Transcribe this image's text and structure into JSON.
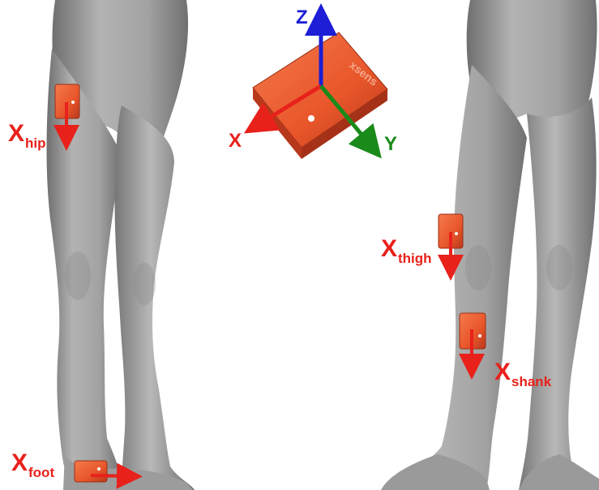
{
  "colors": {
    "axis_x": "#e8211b",
    "axis_y": "#1a8a1a",
    "axis_z": "#1d1ed6",
    "sensor": "#e8562a",
    "sensor_dark": "#b8381b",
    "skin": "#a8a8a8",
    "skin_dark": "#7c7c7c",
    "label": "#e8211b"
  },
  "sensor_brand": "xsens",
  "axes": {
    "x": "X",
    "y": "Y",
    "z": "Z"
  },
  "labels": {
    "hip": {
      "main": "X",
      "sub": "hip"
    },
    "foot": {
      "main": "X",
      "sub": "foot"
    },
    "thigh": {
      "main": "X",
      "sub": "thigh"
    },
    "shank": {
      "main": "X",
      "sub": "shank"
    }
  }
}
